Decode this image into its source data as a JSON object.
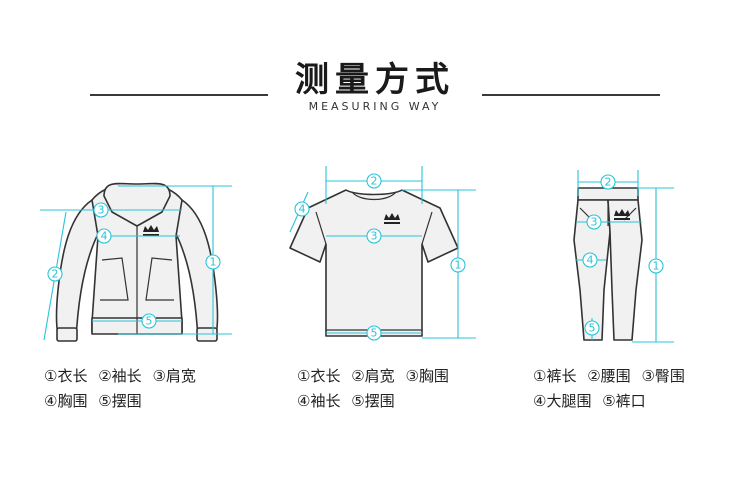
{
  "header": {
    "title": "测量方式",
    "subtitle": "MEASURING WAY"
  },
  "colors": {
    "measure_line": "#29c4d8",
    "garment_stroke": "#333333",
    "rule": "#3a3a3a"
  },
  "markers": {
    "one": "1",
    "two": "2",
    "three": "3",
    "four": "4",
    "five": "5"
  },
  "jacket": {
    "legend_row1": [
      "①衣长",
      "②袖长",
      "③肩宽"
    ],
    "legend_row2": [
      "④胸围",
      "⑤摆围"
    ]
  },
  "tshirt": {
    "legend_row1": [
      "①衣长",
      "②肩宽",
      "③胸围"
    ],
    "legend_row2": [
      "④袖长",
      "⑤摆围"
    ]
  },
  "pants": {
    "legend_row1": [
      "①裤长",
      "②腰围",
      "③臀围"
    ],
    "legend_row2": [
      "④大腿围",
      "⑤裤口"
    ]
  }
}
